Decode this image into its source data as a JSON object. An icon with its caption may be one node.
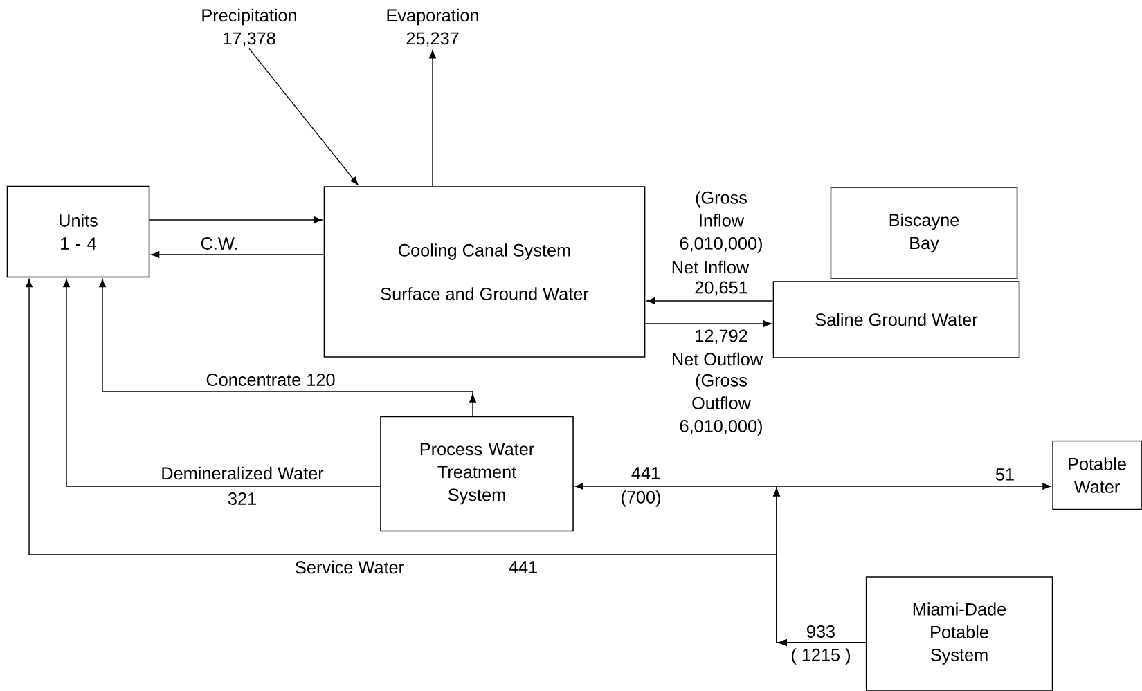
{
  "diagram": {
    "nodes": [
      {
        "text": [
          "Precipitation 17,378"
        ]
      },
      {
        "text": [
          "Evaporation 25,237"
        ]
      },
      {
        "text": [
          "Units 1 - 4"
        ]
      },
      {
        "text": [
          "Cooling Canal System",
          "Surface and Ground Water"
        ]
      },
      {
        "text": [
          "Biscayne Bay"
        ]
      },
      {
        "text": [
          "Saline Ground Water"
        ]
      },
      {
        "text": [
          "Process Water Treatment System"
        ]
      },
      {
        "text": [
          "Potable Water"
        ]
      },
      {
        "text": [
          "Miami-Dade Potable System"
        ]
      }
    ],
    "edges": [
      {
        "from": 0,
        "to": 3,
        "arrow": "to"
      },
      {
        "from": 3,
        "to": 1,
        "arrow": "to"
      },
      {
        "from": 2,
        "to": 3,
        "arrow": "to"
      },
      {
        "from": 3,
        "to": 2,
        "arrow": "to",
        "label": "C.W."
      },
      {
        "from": 5,
        "to": 3,
        "arrow": "to",
        "label": "20,651"
      },
      {
        "from": 3,
        "to": 5,
        "arrow": "to",
        "label": "12,792"
      },
      {
        "from": 6,
        "to": 2,
        "arrow": "to",
        "label": "Concentrate 120"
      },
      {
        "from": 6,
        "to": 2,
        "arrow": "to",
        "label": "Demineralized Water"
      },
      {
        "from": 8,
        "to": 6,
        "arrow": "to",
        "label": "441"
      },
      {
        "from": 8,
        "to": 7,
        "arrow": "to",
        "label": "51"
      },
      {
        "from": 8,
        "to": 2,
        "arrow": "to",
        "label": "Service Water"
      }
    ],
    "labels": [
      "(Gross Inflow 6,010,000)",
      "Net Inflow",
      "Net Outflow",
      "(Gross Outflow 6,010,000)",
      "321",
      "(700)",
      "441",
      "933",
      "( 1215 )"
    ]
  }
}
